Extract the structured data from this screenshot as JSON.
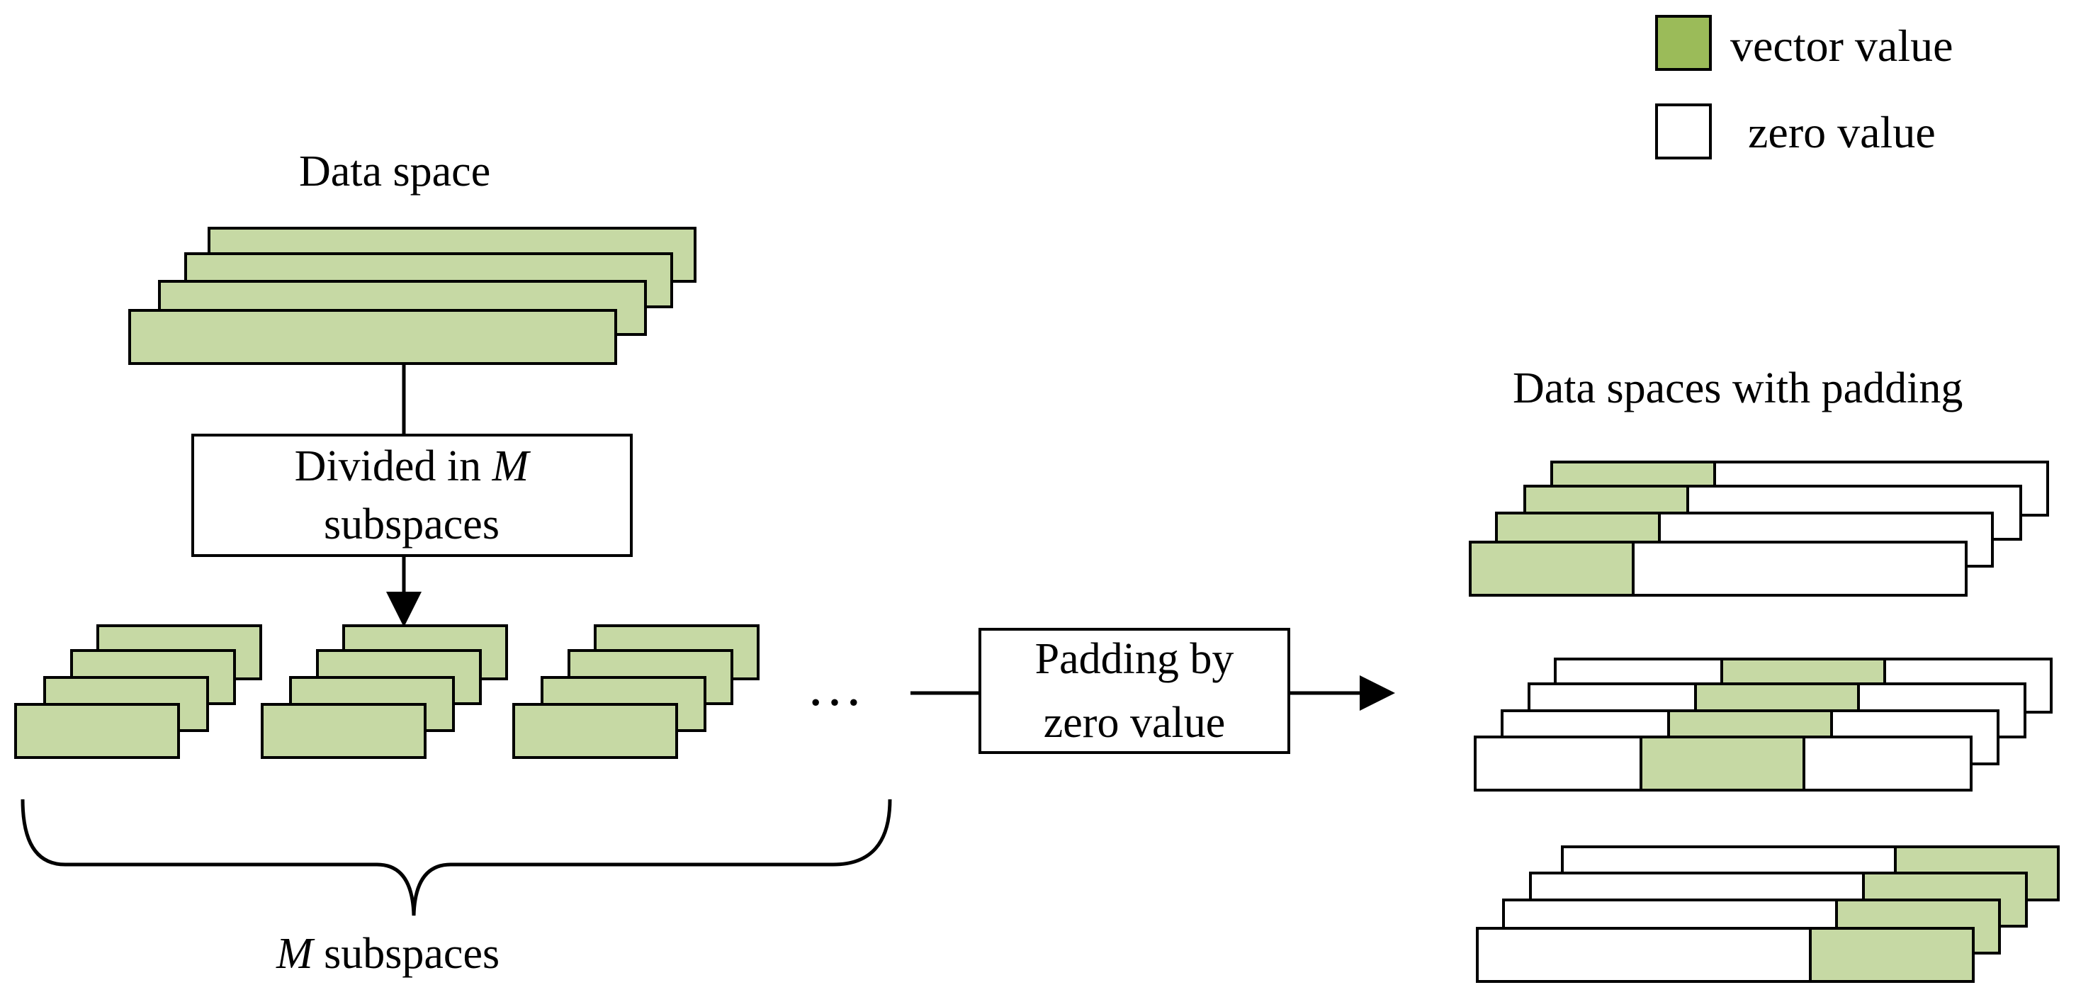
{
  "legend": {
    "vector_label": "vector value",
    "zero_label": "zero value"
  },
  "data_space": {
    "title": "Data space"
  },
  "divide_box": {
    "line1": "Divided in",
    "line1_var": "M",
    "line2": "subspaces"
  },
  "ellipsis": "…",
  "padding_box": {
    "line1": "Padding by",
    "line2": "zero value"
  },
  "brace_label": {
    "var": "M",
    "text": " subspaces"
  },
  "padded": {
    "title": "Data spaces with padding"
  },
  "colors": {
    "vector": "#c6d9a4",
    "legend_vector": "#9bbb59",
    "zero": "#ffffff",
    "stroke": "#000000"
  }
}
